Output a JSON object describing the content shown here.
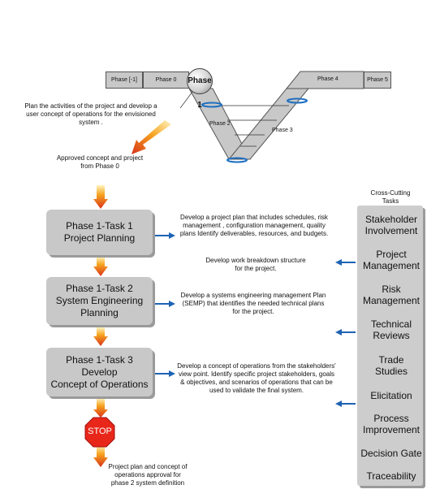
{
  "vee": {
    "phases": [
      "Phase [-1]",
      "Phase 0",
      "Phase 1",
      "Phase 2",
      "Phase 3",
      "Phase 4",
      "Phase 5"
    ]
  },
  "notes": {
    "plan_activities": "Plan the activities of the project and develop a user concept of operations for the envisioned system .",
    "approved": "Approved concept and project from Phase 0",
    "final": "Project plan and concept of operations approval for phase 2 system definition"
  },
  "tasks": [
    {
      "line1": "Phase 1-Task 1",
      "line2": "Project Planning",
      "line3": ""
    },
    {
      "line1": "Phase 1-Task 2",
      "line2": "System Engineering",
      "line3": "Planning"
    },
    {
      "line1": "Phase 1-Task 3",
      "line2": "Develop",
      "line3": "Concept of Operations"
    }
  ],
  "descriptions": {
    "task1": "Develop a project plan that includes schedules, risk management , configuration management, quality plans Identify deliverables, resources, and budgets.",
    "wbs": "Develop work breakdown structure for the project.",
    "task2": "Develop a systems engineering management Plan (SEMP) that identifies the needed technical plans for the project.",
    "task3": "Develop a concept of operations from the stakeholders' view point. Identify specific project stakeholders, goals & objectives, and scenarios of operations that can be used to validate the final system."
  },
  "stop_label": "STOP",
  "cross_cutting": {
    "title": "Cross-Cutting Tasks",
    "items": [
      "Stakeholder Involvement",
      "Project Management",
      "Risk Management",
      "Technical Reviews",
      "Trade Studies",
      "Elicitation",
      "Process Improvement",
      "Decision Gate",
      "Traceability"
    ]
  },
  "colors": {
    "box_fill": "#c8c8c8",
    "arrow_blue": "#1e63b4",
    "flow_red": "#e0401a",
    "flow_orange": "#f4a020",
    "stop_red": "#e8261a"
  }
}
